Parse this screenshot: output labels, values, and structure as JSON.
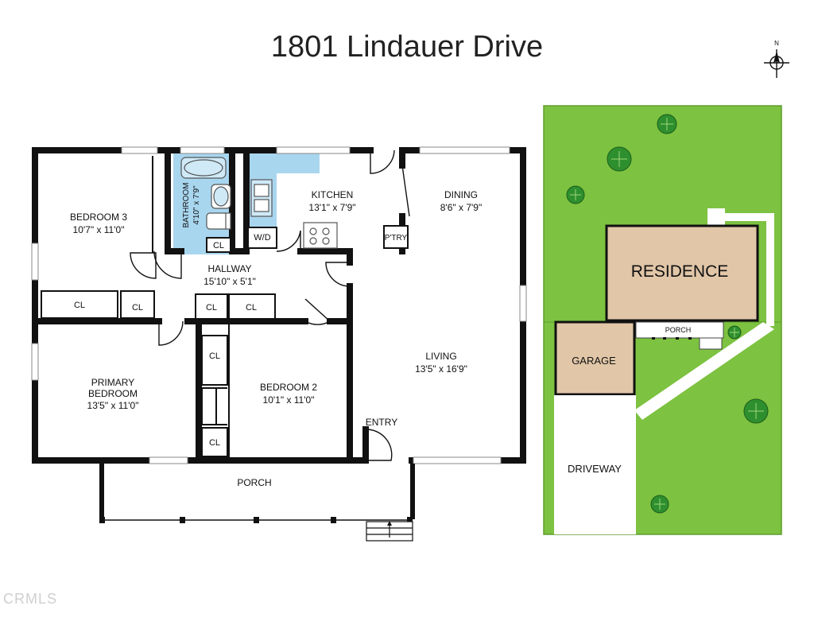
{
  "title": "1801 Lindauer Drive",
  "compass": {
    "label": "N"
  },
  "rooms": {
    "bedroom3": {
      "name": "BEDROOM 3",
      "dims": "10'7\" x 11'0\""
    },
    "bathroom": {
      "name": "BATHROOM",
      "dims": "4'10\" x 7'9\""
    },
    "kitchen": {
      "name": "KITCHEN",
      "dims": "13'1\" x 7'9\""
    },
    "dining": {
      "name": "DINING",
      "dims": "8'6\" x 7'9\""
    },
    "hallway": {
      "name": "HALLWAY",
      "dims": "15'10\" x 5'1\""
    },
    "primary_bedroom": {
      "name_line1": "PRIMARY",
      "name_line2": "BEDROOM",
      "dims": "13'5\" x 11'0\""
    },
    "bedroom2": {
      "name": "BEDROOM 2",
      "dims": "10'1\" x 11'0\""
    },
    "living": {
      "name": "LIVING",
      "dims": "13'5\" x 16'9\""
    },
    "entry": {
      "name": "ENTRY"
    },
    "porch": {
      "name": "PORCH"
    },
    "pantry": {
      "name": "P'TRY"
    },
    "laundry": {
      "name": "W/D"
    },
    "closets": {
      "label": "CL"
    }
  },
  "site_plan": {
    "residence": "RESIDENCE",
    "porch": "PORCH",
    "garage": "GARAGE",
    "driveway": "DRIVEWAY"
  },
  "watermark": "CRMLS",
  "colors": {
    "wall": "#111111",
    "bathroom_fill": "#a9d6ef",
    "fixture_fill": "#cfe9f7",
    "lawn": "#7dc240",
    "lawn_border": "#5e9d2f",
    "residence_fill": "#e1c6a8",
    "tree": "#2e8f2e",
    "driveway": "#ffffff",
    "window": "#ffffff"
  }
}
